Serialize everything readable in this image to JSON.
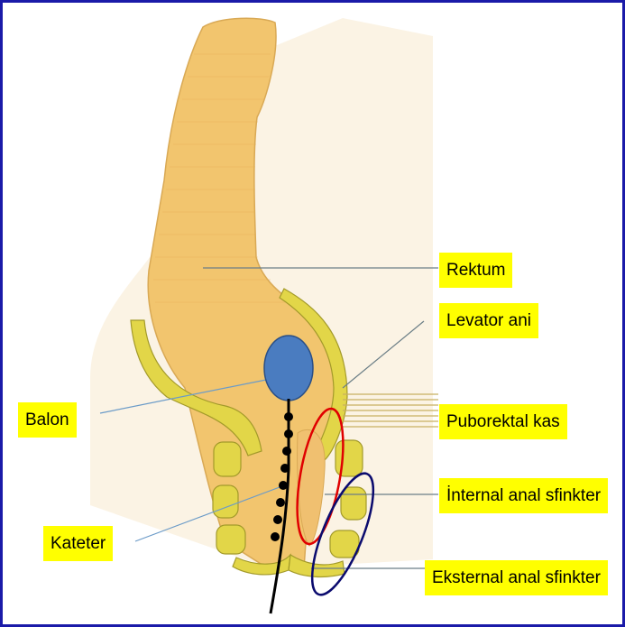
{
  "labels": {
    "rektum": "Rektum",
    "levator_ani": "Levator ani",
    "puborektal_kas": "Puborektal kas",
    "internal_anal_sfinkter": "İnternal anal sfinkter",
    "eksternal_anal_sfinkter": "Eksternal anal sfinkter",
    "balon": "Balon",
    "kateter": "Kateter"
  },
  "colors": {
    "frame": "#1a1aa8",
    "label_background": "#ffff00",
    "rectum_fill": "#f2c56e",
    "muscle_fill": "#e2d648",
    "balloon": "#4a7cc0",
    "internal_sphincter_outline": "#e00000",
    "external_sphincter_outline": "#0b0b6e",
    "catheter": "#000000"
  }
}
